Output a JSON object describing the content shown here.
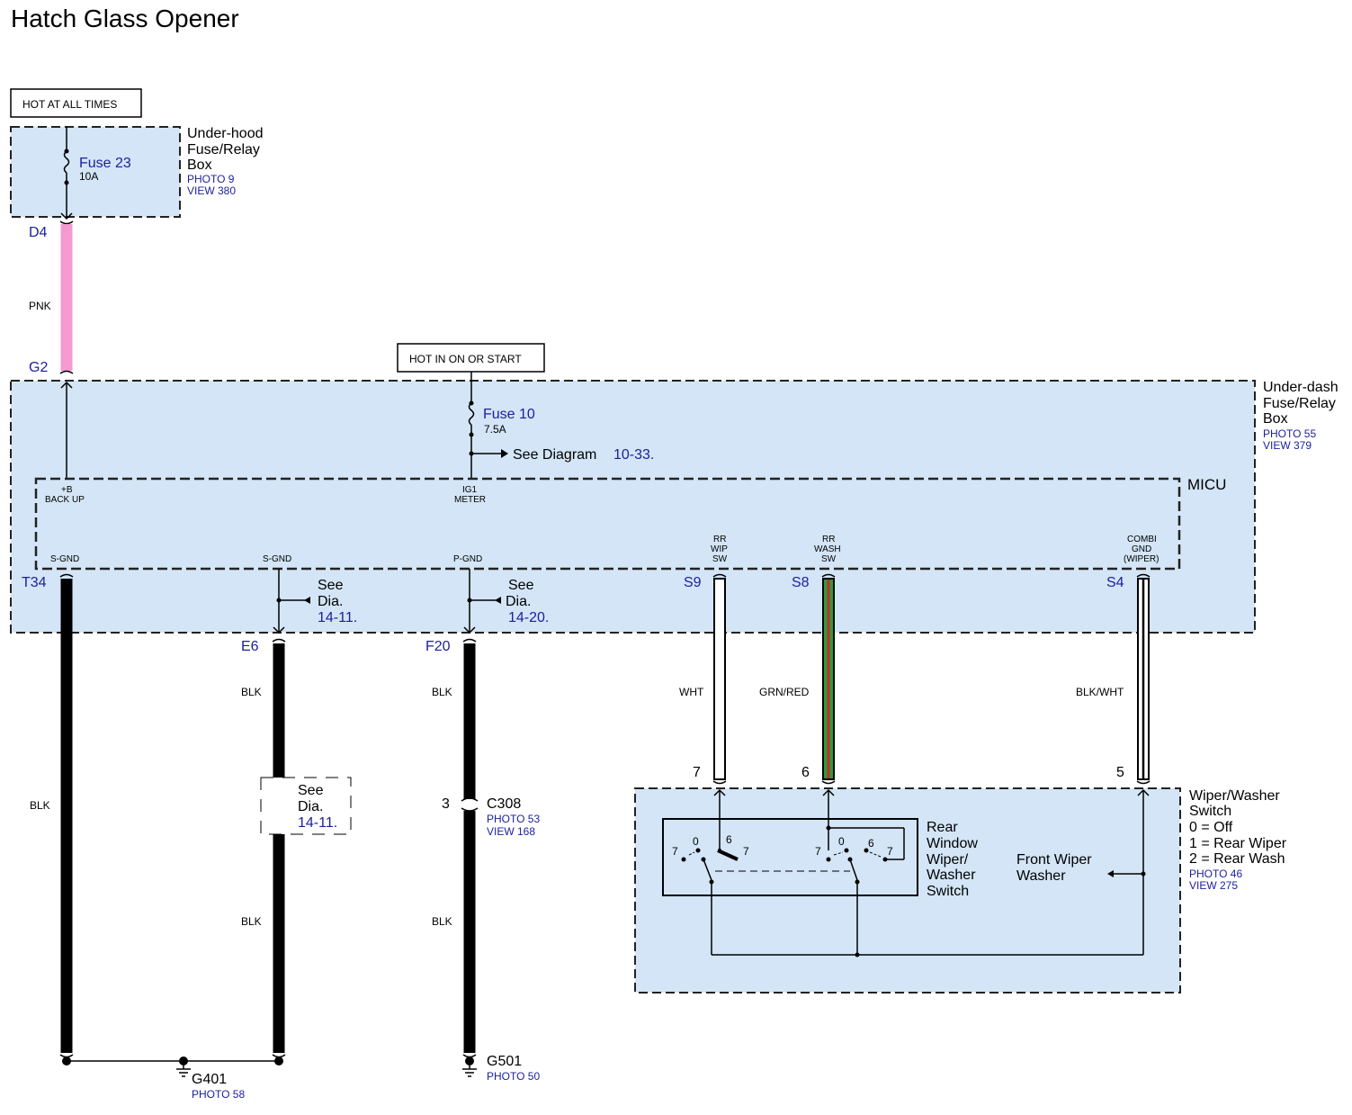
{
  "title": "Hatch Glass Opener",
  "hot_at_all_times": "HOT AT ALL TIMES",
  "hot_in_on": "HOT IN ON OR START",
  "underhood": {
    "name_l1": "Under-hood",
    "name_l2": "Fuse/Relay",
    "name_l3": "Box",
    "photo": "PHOTO 9",
    "view": "VIEW 380",
    "fuse": "Fuse 23",
    "rating": "10A"
  },
  "underdash": {
    "name_l1": "Under-dash",
    "name_l2": "Fuse/Relay",
    "name_l3": "Box",
    "photo": "PHOTO 55",
    "view": "VIEW 379",
    "fuse": "Fuse 10",
    "rating": "7.5A",
    "see_text": "See Diagram",
    "see_ref": "10-33."
  },
  "micu": {
    "name": "MICU",
    "b_backup_1": "+B",
    "b_backup_2": "BACK UP",
    "ig1_1": "IG1",
    "ig1_2": "METER",
    "sgnd1": "S-GND",
    "sgnd2": "S-GND",
    "pgnd": "P-GND",
    "rrwip_1": "RR",
    "rrwip_2": "WIP",
    "rrwip_3": "SW",
    "rrwash_1": "RR",
    "rrwash_2": "WASH",
    "rrwash_3": "SW",
    "combi_1": "COMBI",
    "combi_2": "GND",
    "combi_3": "(WIPER)"
  },
  "pins": {
    "d4": "D4",
    "g2": "G2",
    "t34": "T34",
    "e6": "E6",
    "f20": "F20",
    "s9": "S9",
    "s8": "S8",
    "s4": "S4",
    "p7": "7",
    "p6": "6",
    "p5": "5",
    "p3": "3"
  },
  "wires": {
    "pnk": "PNK",
    "blk": "BLK",
    "wht": "WHT",
    "grnred": "GRN/RED",
    "blkwht": "BLK/WHT"
  },
  "see_dia": {
    "see": "See",
    "dia": "Dia.",
    "ref1411": "14-11.",
    "ref1420": "14-20."
  },
  "connectors": {
    "c308": "C308",
    "c308_photo": "PHOTO 53",
    "c308_view": "VIEW 168",
    "g401": "G401",
    "g401_photo": "PHOTO 58",
    "g501": "G501",
    "g501_photo": "PHOTO 50"
  },
  "switch": {
    "name_l1": "Wiper/Washer",
    "name_l2": "Switch",
    "state0": "0 = Off",
    "state1": "1 = Rear Wiper",
    "state2": "2 = Rear Wash",
    "photo": "PHOTO 46",
    "view": "VIEW 275",
    "rear_l1": "Rear",
    "rear_l2": "Window",
    "rear_l3": "Wiper/",
    "rear_l4": "Washer",
    "rear_l5": "Switch",
    "front_l1": "Front Wiper",
    "front_l2": "Washer",
    "pos7": "7",
    "pos0": "0",
    "pos6": "6"
  },
  "colors": {
    "box_fill": "#d3e5f6",
    "pink": "#f49ad0",
    "green": "#2e9b3c",
    "red": "#c92a2a",
    "ref_blue": "#1a1f9c"
  }
}
